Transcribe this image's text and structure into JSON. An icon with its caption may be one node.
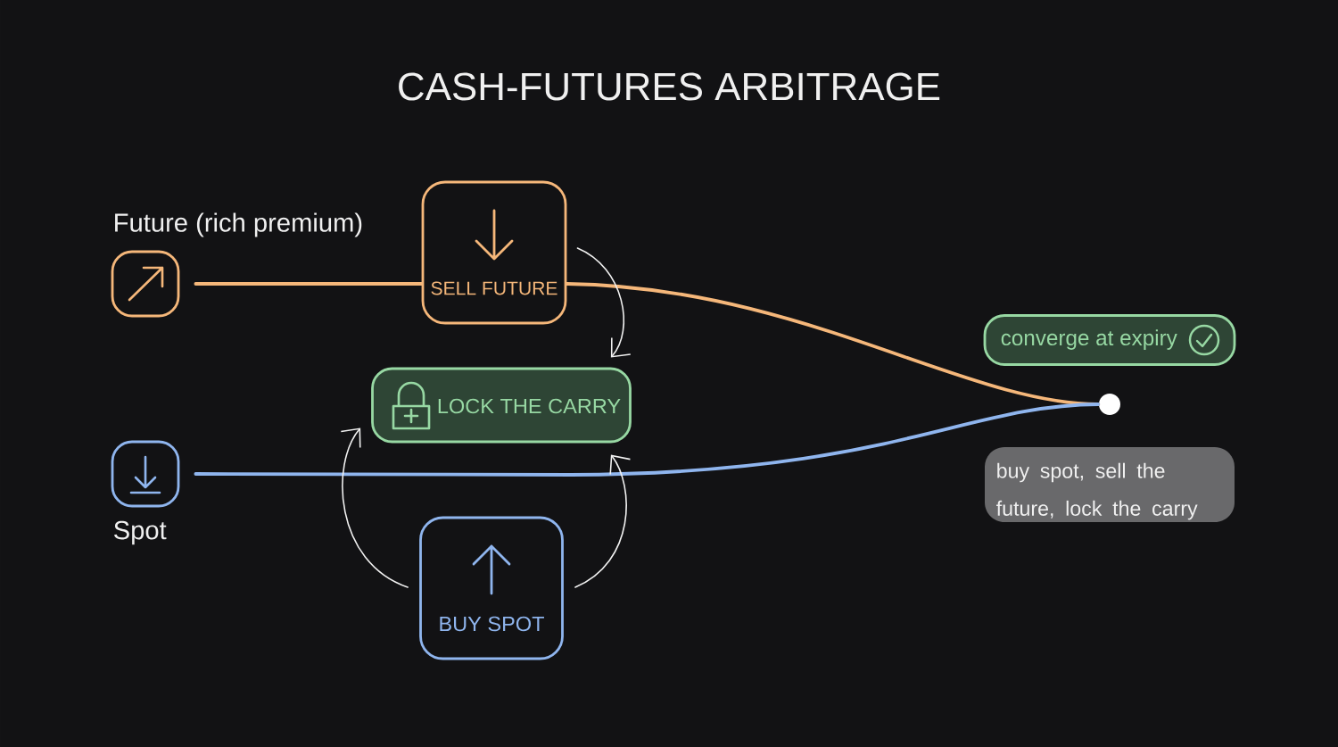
{
  "diagram": {
    "title": "CASH-FUTURES ARBITRAGE",
    "nodes": [
      {
        "text": [
          "Future (rich premium)"
        ]
      },
      {
        "text": [
          "SELL FUTURE"
        ]
      },
      {
        "text": [
          "LOCK THE CARRY"
        ]
      },
      {
        "text": [
          "Spot"
        ]
      },
      {
        "text": [
          "BUY SPOT"
        ]
      },
      {
        "text": [
          "converge at expiry"
        ]
      },
      {
        "text": [],
        "shape": "circle"
      },
      {
        "text": [
          "buy spot, sell the future, lock the carry"
        ]
      }
    ],
    "edges": [
      {
        "from": 0,
        "to": 1,
        "arrow": "none",
        "style": "thick",
        "color": "#f5b77a"
      },
      {
        "from": 1,
        "to": 6,
        "arrow": "none",
        "style": "thick",
        "color": "#f5b77a"
      },
      {
        "from": 3,
        "to": 6,
        "arrow": "none",
        "style": "thick",
        "color": "#8fb5ee"
      },
      {
        "from": 1,
        "to": 2,
        "arrow": "to",
        "color": "#f2f2f2"
      },
      {
        "from": 4,
        "to": 2,
        "arrow": "to",
        "color": "#f2f2f2"
      },
      {
        "from": 4,
        "to": 2,
        "arrow": "to",
        "color": "#f2f2f2"
      }
    ]
  }
}
